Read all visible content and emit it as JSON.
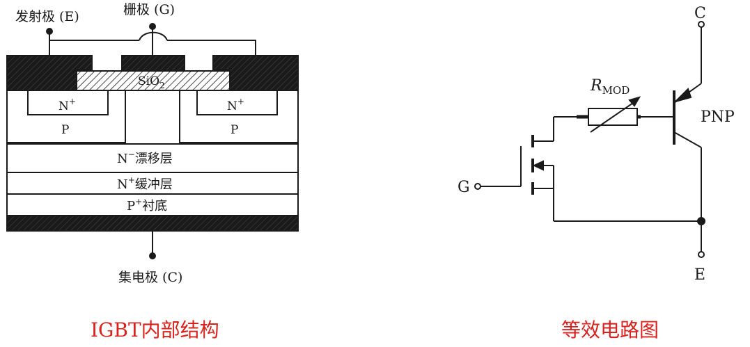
{
  "structure": {
    "emitter_label": "发射极 (E)",
    "gate_label": "栅极 (G)",
    "collector_label": "集电极 (C)",
    "oxide_label": "SiO",
    "oxide_subscript": "2",
    "n_plus": "N",
    "n_plus_sup": "+",
    "p_region": "P",
    "drift_prefix": "N",
    "drift_sup": "−",
    "drift_label": "漂移层",
    "buffer_prefix": "N",
    "buffer_sup": "+",
    "buffer_label": "缓冲层",
    "substrate_prefix": "P",
    "substrate_sup": "+",
    "substrate_label": "衬底",
    "caption": "IGBT内部结构"
  },
  "circuit": {
    "collector_terminal": "C",
    "emitter_terminal": "E",
    "gate_terminal": "G",
    "resistor_label": "R",
    "resistor_subscript": "MOD",
    "transistor_type": "PNP",
    "caption": "等效电路图"
  },
  "colors": {
    "caption": "#d9211d",
    "line": "#1a1a1a"
  }
}
